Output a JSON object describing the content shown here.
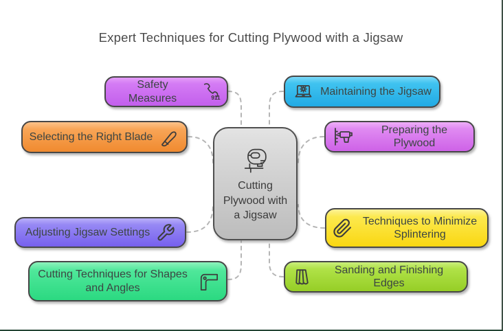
{
  "page": {
    "title": "Expert Techniques for Cutting Plywood with a Jigsaw"
  },
  "center": {
    "label": "Cutting Plywood with a Jigsaw",
    "icon": "jigsaw-tool",
    "fill_top": "#e3e3e3",
    "fill_bottom": "#bcbcbc",
    "border_color": "#4f4f4f"
  },
  "nodes": [
    {
      "id": "safety-measures",
      "label": "Safety Measures",
      "icon": "phone-911",
      "badge": "911",
      "icon_side": "right",
      "fill": "#cf6cf0"
    },
    {
      "id": "maintaining-the-jigsaw",
      "label": "Maintaining the Jigsaw",
      "icon": "laptop-gear",
      "icon_side": "left",
      "fill": "#35bdec"
    },
    {
      "id": "selecting-the-right-blade",
      "label": "Selecting the Right Blade",
      "icon": "knife",
      "icon_side": "right",
      "fill": "#f69c48"
    },
    {
      "id": "preparing-the-plywood",
      "label": "Preparing the Plywood",
      "icon": "drill-ruler",
      "icon_side": "left",
      "fill": "#d978ec"
    },
    {
      "id": "adjusting-jigsaw-settings",
      "label": "Adjusting Jigsaw Settings",
      "icon": "wrench",
      "icon_side": "right",
      "fill": "#8d7af2"
    },
    {
      "id": "techniques-to-minimize-splintering",
      "label": "Techniques to Minimize Splintering",
      "icon": "paperclip",
      "icon_side": "left",
      "fill": "#fbe133"
    },
    {
      "id": "cutting-techniques-shapes-angles",
      "label": "Cutting Techniques for Shapes and Angles",
      "icon": "corner-ruler",
      "icon_side": "right",
      "fill": "#43e293"
    },
    {
      "id": "sanding-finishing-edges",
      "label": "Sanding and Finishing Edges",
      "icon": "curtain-pleats",
      "icon_side": "left",
      "fill": "#a8dd3d"
    }
  ],
  "connectors": {
    "color": "#b5b5b5",
    "style": "dashed"
  }
}
